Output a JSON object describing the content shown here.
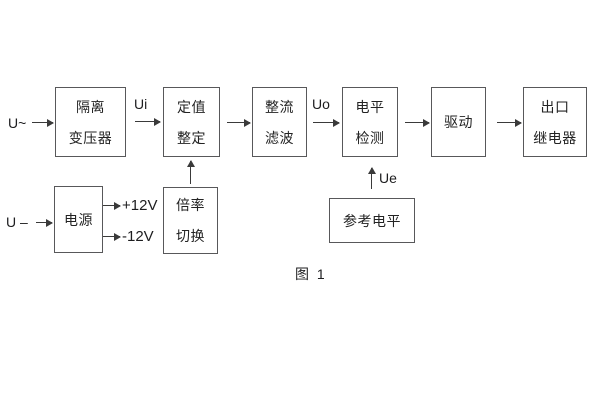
{
  "figure_caption": "图 1",
  "signals": {
    "ac_input": "U~",
    "dc_input": "U –",
    "ui": "Ui",
    "uo": "Uo",
    "ue": "Ue",
    "pos_rail": "+12V",
    "neg_rail": "-12V"
  },
  "blocks": {
    "isolation_transformer": {
      "line1": "隔离",
      "line2": "变压器"
    },
    "value_setting": {
      "line1": "定值",
      "line2": "整定"
    },
    "rectify_filter": {
      "line1": "整流",
      "line2": "滤波"
    },
    "level_detect": {
      "line1": "电平",
      "line2": "检测"
    },
    "drive": {
      "line1": "驱动"
    },
    "output_relay": {
      "line1": "出口",
      "line2": "继电器"
    },
    "power_supply": {
      "line1": "电源"
    },
    "ratio_switch": {
      "line1": "倍率",
      "line2": "切换"
    },
    "reference_level": {
      "line1": "参考电平"
    }
  },
  "colors": {
    "background": "#ffffff",
    "box_border": "#58585a",
    "arrow": "#3a3a3a",
    "text": "#1d1d1f"
  }
}
